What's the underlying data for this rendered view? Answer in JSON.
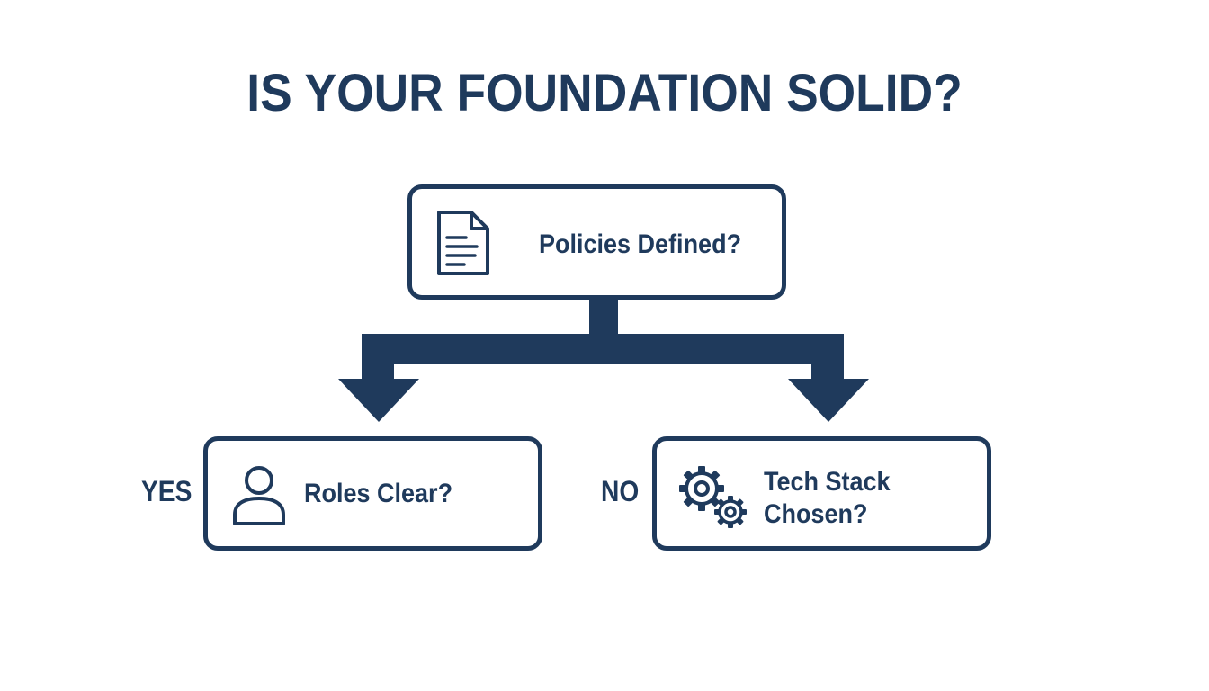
{
  "title": "IS YOUR FOUNDATION SOLID?",
  "colors": {
    "primary": "#1f3a5c",
    "background": "#ffffff"
  },
  "nodes": {
    "root": {
      "label": "Policies Defined?",
      "icon": "document-icon"
    },
    "yes": {
      "label": "Roles Clear?",
      "icon": "user-icon"
    },
    "no": {
      "label_line1": "Tech Stack",
      "label_line2": "Chosen?",
      "icon": "gears-icon"
    }
  },
  "branches": {
    "yes_label": "YES",
    "no_label": "NO"
  }
}
